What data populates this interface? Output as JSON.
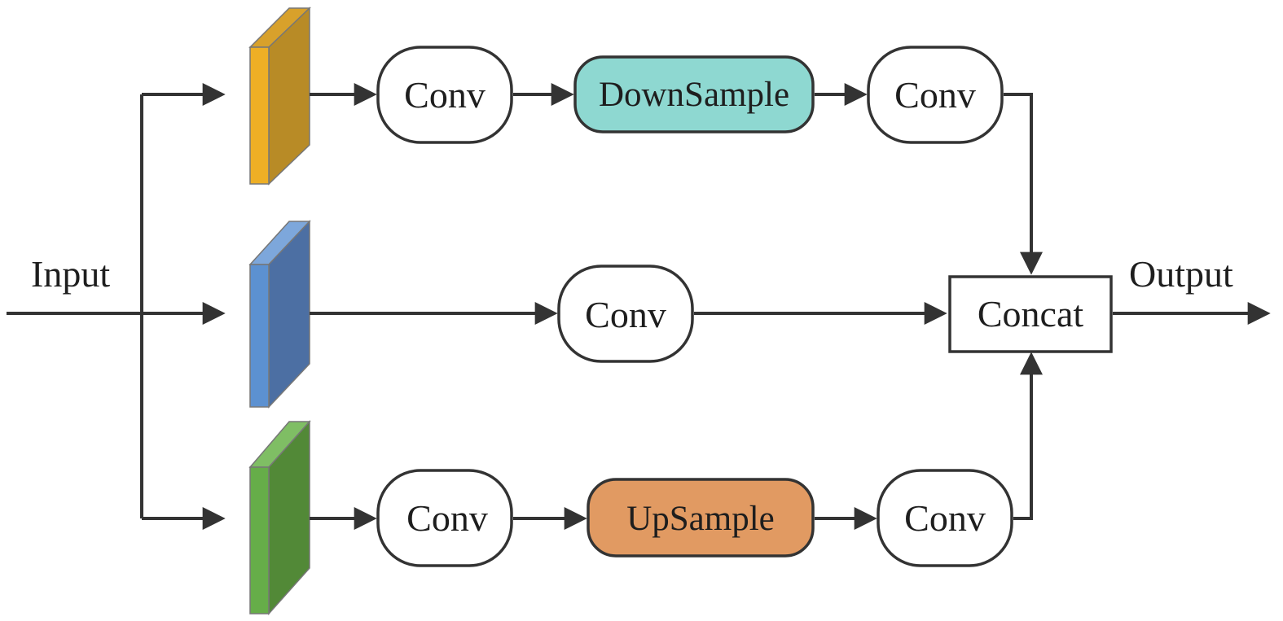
{
  "labels": {
    "input": "Input",
    "output": "Output",
    "concat": "Concat"
  },
  "branches": {
    "top": {
      "conv1": "Conv",
      "sample": "DownSample",
      "conv2": "Conv"
    },
    "middle": {
      "conv": "Conv"
    },
    "bottom": {
      "conv1": "Conv",
      "sample": "UpSample",
      "conv2": "Conv"
    }
  },
  "colors": {
    "top_block_front": "#EEAF25",
    "top_block_side": "#B88B26",
    "middle_block_front": "#5C91D1",
    "middle_block_side": "#4C6FA3",
    "bottom_block_front": "#66AD49",
    "bottom_block_side": "#528937",
    "downsample_fill": "#8ED8D1",
    "upsample_fill": "#E19A62"
  }
}
